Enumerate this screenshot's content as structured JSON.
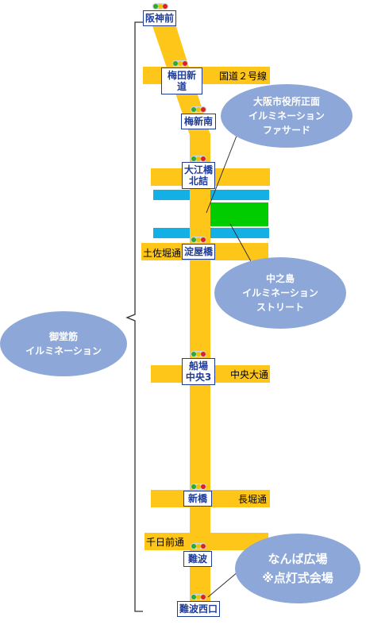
{
  "stations": [
    {
      "id": "hanshinmae",
      "label": "阪神前"
    },
    {
      "id": "umeda-shindo",
      "label": "梅田新道"
    },
    {
      "id": "umeshinminami",
      "label": "梅新南"
    },
    {
      "id": "oebashi",
      "label": "大江橋\n北詰"
    },
    {
      "id": "yodoyabashi",
      "label": "淀屋橋"
    },
    {
      "id": "senba",
      "label": "船場\n中央3"
    },
    {
      "id": "shinbashi",
      "label": "新橋"
    },
    {
      "id": "namba",
      "label": "難波"
    },
    {
      "id": "namba-nishiguchi",
      "label": "難波西口"
    }
  ],
  "roads": {
    "kokudo2": "国道２号線",
    "tosabori": "土佐堀通",
    "chuo_odori": "中央大通",
    "nagahori": "長堀通",
    "sennichimae": "千日前通"
  },
  "callouts": {
    "city_hall": "大阪市役所正面\nイルミネーション\nファサード",
    "nakanoshima": "中之島\nイルミネーション\nストリート",
    "midosuji": "御堂筋\nイルミネーション",
    "namba_hiroba": "なんば広場\n※点灯式会場"
  },
  "colors": {
    "road": "#ffc61a",
    "river": "#13b0e6",
    "park": "#00cc00",
    "station_border": "#1f3c99",
    "callout": "#8da8d8"
  }
}
